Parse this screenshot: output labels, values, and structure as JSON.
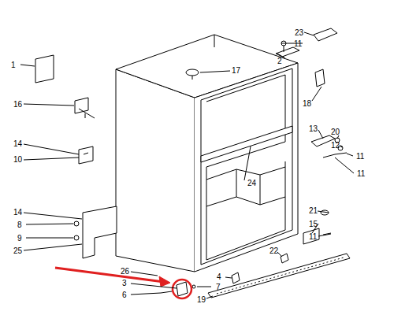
{
  "diagram": {
    "labels": [
      "23",
      "11",
      "2",
      "1",
      "17",
      "18",
      "16",
      "13",
      "20",
      "12",
      "11",
      "14",
      "10",
      "11",
      "24",
      "21",
      "14",
      "15",
      "8",
      "11",
      "9",
      "25",
      "22",
      "26",
      "4",
      "3",
      "7",
      "6",
      "19"
    ]
  }
}
